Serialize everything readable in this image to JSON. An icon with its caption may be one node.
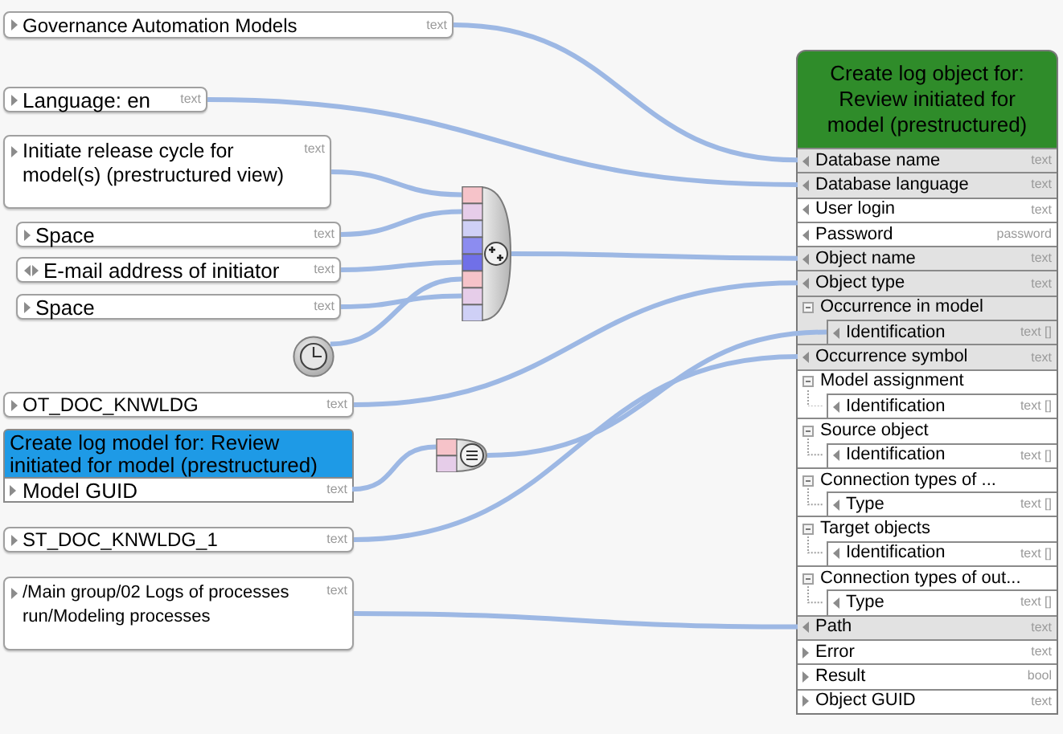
{
  "diagram": {
    "nodes": [
      {
        "text": [
          "Governance Automation Models",
          "text"
        ]
      },
      {
        "text": [
          "Language: en",
          "text"
        ]
      },
      {
        "text": [
          "Initiate release cycle for model(s) (prestructured view)",
          "text"
        ]
      },
      {
        "text": [
          "Space",
          "text"
        ]
      },
      {
        "text": [
          "E-mail address of initiator",
          "text"
        ]
      },
      {
        "text": [
          "Space",
          "text"
        ]
      },
      {
        "text": [],
        "shape": "circle"
      },
      {
        "text": [],
        "shape": "picture"
      },
      {
        "text": [
          "OT_DOC_KNWLDG",
          "text"
        ]
      },
      {
        "text": [
          "Create log model for: Review initiated for model (prestructured)"
        ]
      },
      {
        "text": [
          "Model GUID",
          "text"
        ],
        "in": 9
      },
      {
        "text": [],
        "shape": "picture"
      },
      {
        "text": [
          "ST_DOC_KNWLDG_1",
          "text"
        ]
      },
      {
        "text": [
          "/Main group/02 Logs of processes run/Modeling processes",
          "text"
        ]
      },
      {
        "text": [
          "Create log object for: Review initiated for model (prestructured)"
        ]
      },
      {
        "text": [
          "Database name",
          "text"
        ],
        "in": 14
      },
      {
        "text": [
          "Database language",
          "text"
        ],
        "in": 14
      },
      {
        "text": [
          "User login",
          "text"
        ],
        "in": 14
      },
      {
        "text": [
          "Password",
          "password"
        ],
        "in": 14
      },
      {
        "text": [
          "Object name",
          "text"
        ],
        "in": 14
      },
      {
        "text": [
          "Object type",
          "text"
        ],
        "in": 14
      },
      {
        "text": [
          "Occurrence in model"
        ],
        "in": 14
      },
      {
        "text": [
          "Identification",
          "text []"
        ],
        "in": 21
      },
      {
        "text": [
          "Occurrence symbol",
          "text"
        ],
        "in": 14
      },
      {
        "text": [
          "Model assignment"
        ],
        "in": 14
      },
      {
        "text": [
          "Identification",
          "text []"
        ],
        "in": 24
      },
      {
        "text": [
          "Source object"
        ],
        "in": 14
      },
      {
        "text": [
          "Identification",
          "text []"
        ],
        "in": 26
      },
      {
        "text": [
          "Connection types of ..."
        ],
        "in": 14
      },
      {
        "text": [
          "Type",
          "text []"
        ],
        "in": 28
      },
      {
        "text": [
          "Target objects"
        ],
        "in": 14
      },
      {
        "text": [
          "Identification",
          "text []"
        ],
        "in": 30
      },
      {
        "text": [
          "Connection types of out..."
        ],
        "in": 14
      },
      {
        "text": [
          "Type",
          "text []"
        ],
        "in": 32
      },
      {
        "text": [
          "Path",
          "text"
        ],
        "in": 14
      },
      {
        "text": [
          "Error",
          "text"
        ],
        "in": 14
      },
      {
        "text": [
          "Result",
          "bool"
        ],
        "in": 14
      },
      {
        "text": [
          "Object GUID",
          "text"
        ],
        "in": 14
      }
    ],
    "edges": [
      {
        "from": 0,
        "to": 15,
        "arrow": "none"
      },
      {
        "from": 1,
        "to": 16,
        "arrow": "none"
      },
      {
        "from": 2,
        "to": 7,
        "arrow": "none"
      },
      {
        "from": 3,
        "to": 7,
        "arrow": "none"
      },
      {
        "from": 4,
        "to": 7,
        "arrow": "none"
      },
      {
        "from": 5,
        "to": 7,
        "arrow": "none"
      },
      {
        "from": 6,
        "to": 7,
        "arrow": "none"
      },
      {
        "from": 7,
        "to": 19,
        "arrow": "none"
      },
      {
        "from": 8,
        "to": 20,
        "arrow": "none"
      },
      {
        "from": 10,
        "to": 11,
        "arrow": "none"
      },
      {
        "from": 11,
        "to": 22,
        "arrow": "none"
      },
      {
        "from": 12,
        "to": 23,
        "arrow": "none"
      },
      {
        "from": 13,
        "to": 34,
        "arrow": "none"
      }
    ]
  }
}
